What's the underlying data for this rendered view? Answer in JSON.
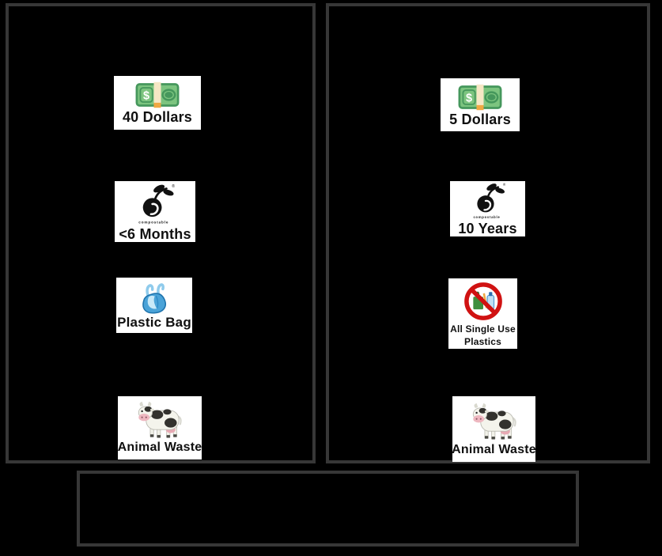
{
  "colors": {
    "background": "#000000",
    "panel_border": "#373737",
    "card_background": "#ffffff",
    "label_text": "#101010",
    "money_green": "#7cc47f",
    "money_dark_green": "#45975c",
    "money_band_cream": "#f6e7c5",
    "money_band_orange": "#f0a843",
    "bag_blue": "#4aa3d8",
    "bag_blue_dark": "#1f74ad",
    "prohibition_red": "#d01212",
    "logo_black": "#111111"
  },
  "icons": {
    "dollar_sign": "$",
    "registered_mark": "®",
    "compostable_word": "compostable"
  },
  "left_panel": {
    "items": [
      {
        "icon": "money-banknote-icon",
        "label": "40 Dollars"
      },
      {
        "icon": "compostable-logo-icon",
        "label": "<6 Months"
      },
      {
        "icon": "plastic-bag-icon",
        "label": "Plastic Bag"
      },
      {
        "icon": "cow-icon",
        "label": "Animal Waste"
      }
    ]
  },
  "right_panel": {
    "items": [
      {
        "icon": "money-banknote-icon",
        "label": "5 Dollars"
      },
      {
        "icon": "compostable-logo-icon",
        "label": "10 Years"
      },
      {
        "icon": "no-single-use-plastics-icon",
        "label_line1": "All Single Use",
        "label_line2": "Plastics"
      },
      {
        "icon": "cow-icon",
        "label": "Animal Waste"
      }
    ]
  }
}
